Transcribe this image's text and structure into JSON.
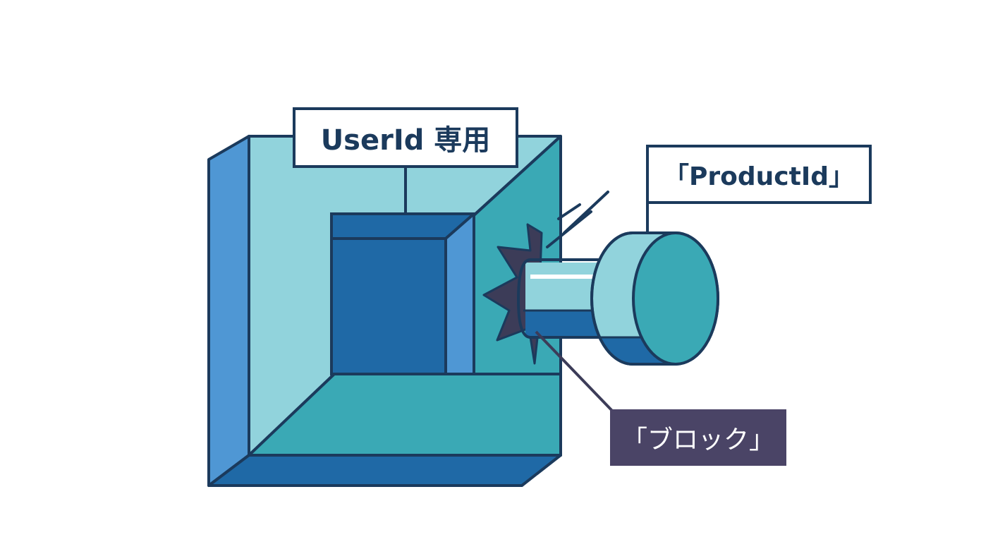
{
  "labels": {
    "userid": "UserId 専用",
    "productid": "「ProductId」",
    "block": "「ブロック」"
  },
  "colors": {
    "outline": "#1b3a5c",
    "frame_side": "#4f97d4",
    "frame_back": "#91d3dc",
    "frame_front": "#3aa9b5",
    "frame_base": "#1f69a6",
    "slot_inner": "#1f69a6",
    "peg_light": "#91d3dc",
    "peg_dark": "#1f69a6",
    "peg_face": "#3aa9b5",
    "impact": "#3c3c58",
    "block_label_bg": "#4a4466"
  }
}
